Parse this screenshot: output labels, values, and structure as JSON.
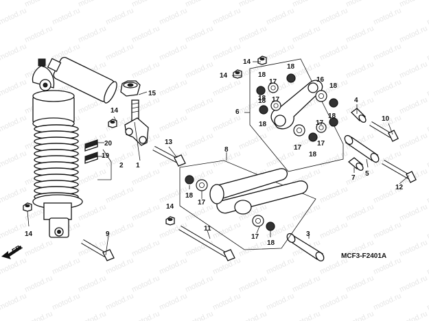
{
  "watermark": "motod.ru",
  "diagram_code": "MCF3-F2401A",
  "direction_label": "FR.",
  "callouts": {
    "shock_absorber": "2",
    "spring_retainer": "20",
    "spring_seat": "19",
    "pivot_bracket": "1",
    "collar_nut": "15",
    "nut_left_bottom": "14",
    "nut_bracket": "14",
    "nut_top_a": "14",
    "nut_top_b": "14",
    "nut_mid": "14",
    "lower_bolt": "9",
    "upper_bolt": "13",
    "long_bolt": "11",
    "cushion_arm": "6",
    "cushion_rod": "8",
    "collar_3": "3",
    "collar_4": "4",
    "collar_5": "5",
    "collar_7": "7",
    "bolt_10": "10",
    "bolt_12": "12",
    "brg_6a": "18",
    "brg_6b": "18",
    "brg_6c": "18",
    "brg_6d": "18",
    "brg_6e": "18",
    "brg_6f": "18",
    "brg_6g": "18",
    "brg_6h": "18",
    "seal_6a": "17",
    "seal_6b": "17",
    "seal_6c": "17",
    "seal_6d": "17",
    "seal_6e": "17",
    "collar_16": "16",
    "brg_8a": "18",
    "brg_8b": "18",
    "seal_8a": "17",
    "seal_8b": "17"
  }
}
